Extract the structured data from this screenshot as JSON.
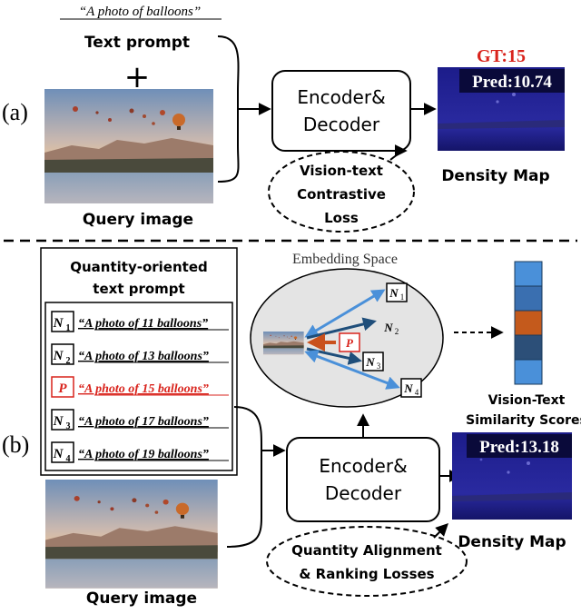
{
  "part_a": {
    "label": "(a)",
    "prompt_example": "“A photo of balloons”",
    "text_prompt_label": "Text prompt",
    "plus": "+",
    "query_image_label": "Query image",
    "encoder_line1": "Encoder&",
    "encoder_line2": "Decoder",
    "loss_line1": "Vision-text",
    "loss_line2": "Contrastive",
    "loss_line3": "Loss",
    "gt_label": "GT:15",
    "pred_label": "Pred:10.74",
    "density_map_label": "Density Map"
  },
  "part_b": {
    "label": "(b)",
    "prompt_box_title_line1": "Quantity-oriented",
    "prompt_box_title_line2": "text prompt",
    "prompts": [
      {
        "tag_letter": "N",
        "tag_sub": "1",
        "text": "“A photo of 11 balloons”",
        "positive": false
      },
      {
        "tag_letter": "N",
        "tag_sub": "2",
        "text": "“A photo of 13 balloons”",
        "positive": false
      },
      {
        "tag_letter": "P",
        "tag_sub": "",
        "text": "“A photo of 15 balloons”",
        "positive": true
      },
      {
        "tag_letter": "N",
        "tag_sub": "3",
        "text": "“A photo of 17 balloons”",
        "positive": false
      },
      {
        "tag_letter": "N",
        "tag_sub": "4",
        "text": "“A photo of 19 balloons”",
        "positive": false
      }
    ],
    "embedding_space_label": "Embedding Space",
    "embed_tags": [
      {
        "letter": "N",
        "sub": "1"
      },
      {
        "letter": "N",
        "sub": "2"
      },
      {
        "letter": "P",
        "sub": ""
      },
      {
        "letter": "N",
        "sub": "3"
      },
      {
        "letter": "N",
        "sub": "4"
      }
    ],
    "similarity_label_line1": "Vision-Text",
    "similarity_label_line2": "Similarity Scores",
    "similarity_colors": [
      "#4a90d9",
      "#3a6fb0",
      "#c45a1c",
      "#2c4f78",
      "#4a90d9"
    ],
    "pred_label": "Pred:13.18",
    "density_map_label": "Density Map",
    "encoder_line1": "Encoder&",
    "encoder_line2": "Decoder",
    "loss_line1": "Quantity Alignment",
    "loss_line2": "& Ranking Losses",
    "query_image_label": "Query image"
  },
  "colors": {
    "positive_red": "#d9231c",
    "arrow_light_blue": "#4a90d9",
    "arrow_dark_blue": "#1f4e7a",
    "arrow_orange": "#c9511d",
    "ellipse_fill": "#e4e4e4"
  }
}
